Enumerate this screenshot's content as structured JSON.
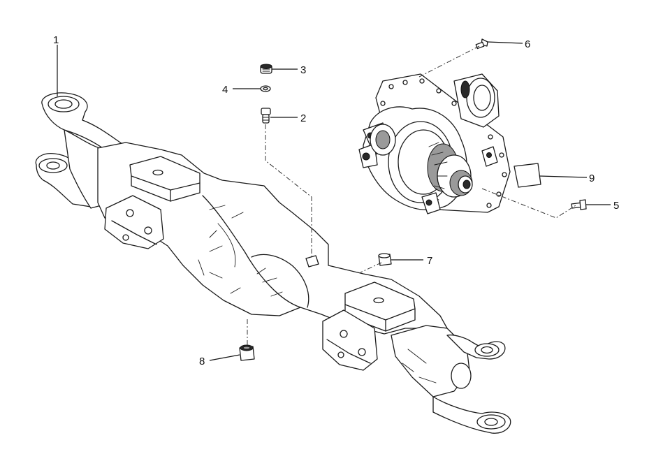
{
  "callouts": [
    {
      "id": "1",
      "label": "1",
      "part": "axle-housing"
    },
    {
      "id": "2",
      "label": "2",
      "part": "breather-fitting"
    },
    {
      "id": "3",
      "label": "3",
      "part": "breather-cap"
    },
    {
      "id": "4",
      "label": "4",
      "part": "washer"
    },
    {
      "id": "5",
      "label": "5",
      "part": "bolt-lower"
    },
    {
      "id": "6",
      "label": "6",
      "part": "bolt-upper"
    },
    {
      "id": "7",
      "label": "7",
      "part": "plug"
    },
    {
      "id": "8",
      "label": "8",
      "part": "drain-plug"
    },
    {
      "id": "9",
      "label": "9",
      "part": "differential-carrier"
    }
  ]
}
